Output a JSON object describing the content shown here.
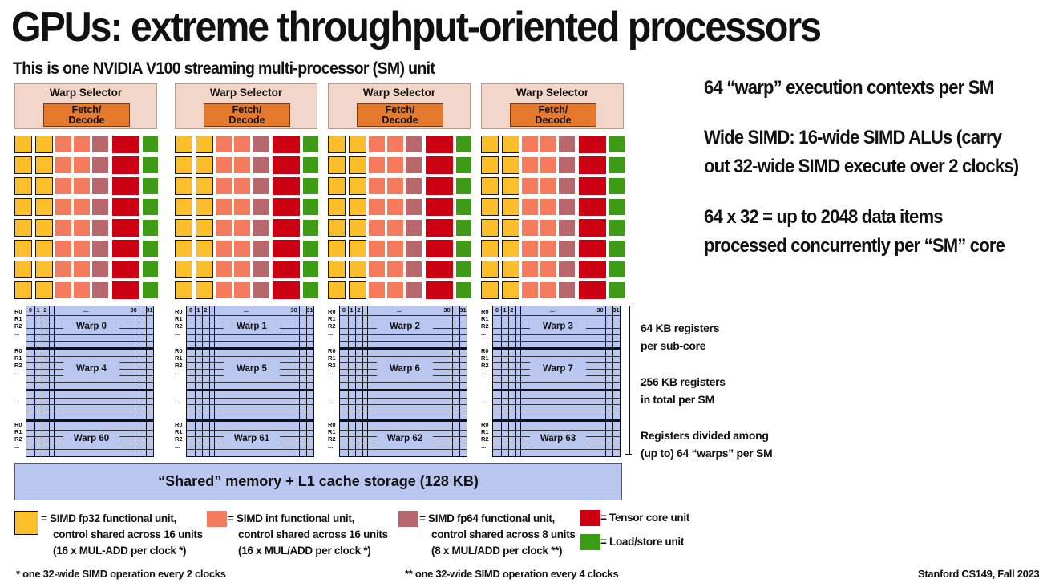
{
  "title": "GPUs: extreme throughput-oriented processors",
  "subtitle": "This is one NVIDIA V100 streaming multi-processor (SM) unit",
  "subcores": [
    {
      "warp_selector": "Warp Selector",
      "fetch_decode": "Fetch/\nDecode",
      "warps": [
        "Warp 0",
        "Warp 4",
        "Warp 60"
      ]
    },
    {
      "warp_selector": "Warp Selector",
      "fetch_decode": "Fetch/\nDecode",
      "warps": [
        "Warp 1",
        "Warp 5",
        "Warp 61"
      ]
    },
    {
      "warp_selector": "Warp Selector",
      "fetch_decode": "Fetch/\nDecode",
      "warps": [
        "Warp 2",
        "Warp 6",
        "Warp 62"
      ]
    },
    {
      "warp_selector": "Warp Selector",
      "fetch_decode": "Fetch/\nDecode",
      "warps": [
        "Warp 3",
        "Warp 7",
        "Warp 63"
      ]
    }
  ],
  "register_headers": [
    "0",
    "1",
    "2",
    "...",
    "30",
    "31"
  ],
  "register_rows": [
    "R0",
    "R1",
    "R2",
    "..."
  ],
  "register_ellipsis": "...",
  "shared_memory": "“Shared” memory + L1 cache storage (128 KB)",
  "annotations": {
    "a1": "64 KB registers",
    "a2": "per sub-core",
    "a3": "256 KB registers",
    "a4": "in total per SM",
    "a5": "Registers divided among",
    "a6": "(up to) 64 “warps” per SM"
  },
  "right_text": {
    "line1": "64 “warp” execution contexts per SM",
    "line2": "Wide SIMD: 16-wide SIMD ALUs (carry",
    "line3": "out 32-wide SIMD execute over 2 clocks)",
    "line4": "64 x 32 = up to 2048 data items",
    "line5": "processed concurrently per “SM” core"
  },
  "legend": {
    "fp32": [
      "= SIMD fp32 functional unit,",
      "control shared across 16 units",
      "(16 x MUL-ADD per clock *)"
    ],
    "int": [
      "= SIMD int functional unit,",
      "control shared across 16 units",
      "(16 x MUL/ADD per clock *)"
    ],
    "fp64": [
      "= SIMD fp64 functional unit,",
      "control shared across 8 units",
      "(8 x MUL/ADD per clock **)"
    ],
    "tensor": "= Tensor core unit",
    "loadstore": "= Load/store unit"
  },
  "colors": {
    "fp32": "#fbbf2c",
    "int": "#f47b5d",
    "fp64": "#b8686d",
    "tensor": "#cc0012",
    "loadstore": "#3e9b16",
    "register": "#b9c7f0",
    "warp_selector": "#f2d6ca",
    "fetch_decode": "#e57a2e"
  },
  "footnotes": {
    "left": "* one 32-wide SIMD operation every 2 clocks",
    "middle": "** one 32-wide SIMD operation every 4 clocks",
    "right": "Stanford CS149, Fall 2023"
  }
}
